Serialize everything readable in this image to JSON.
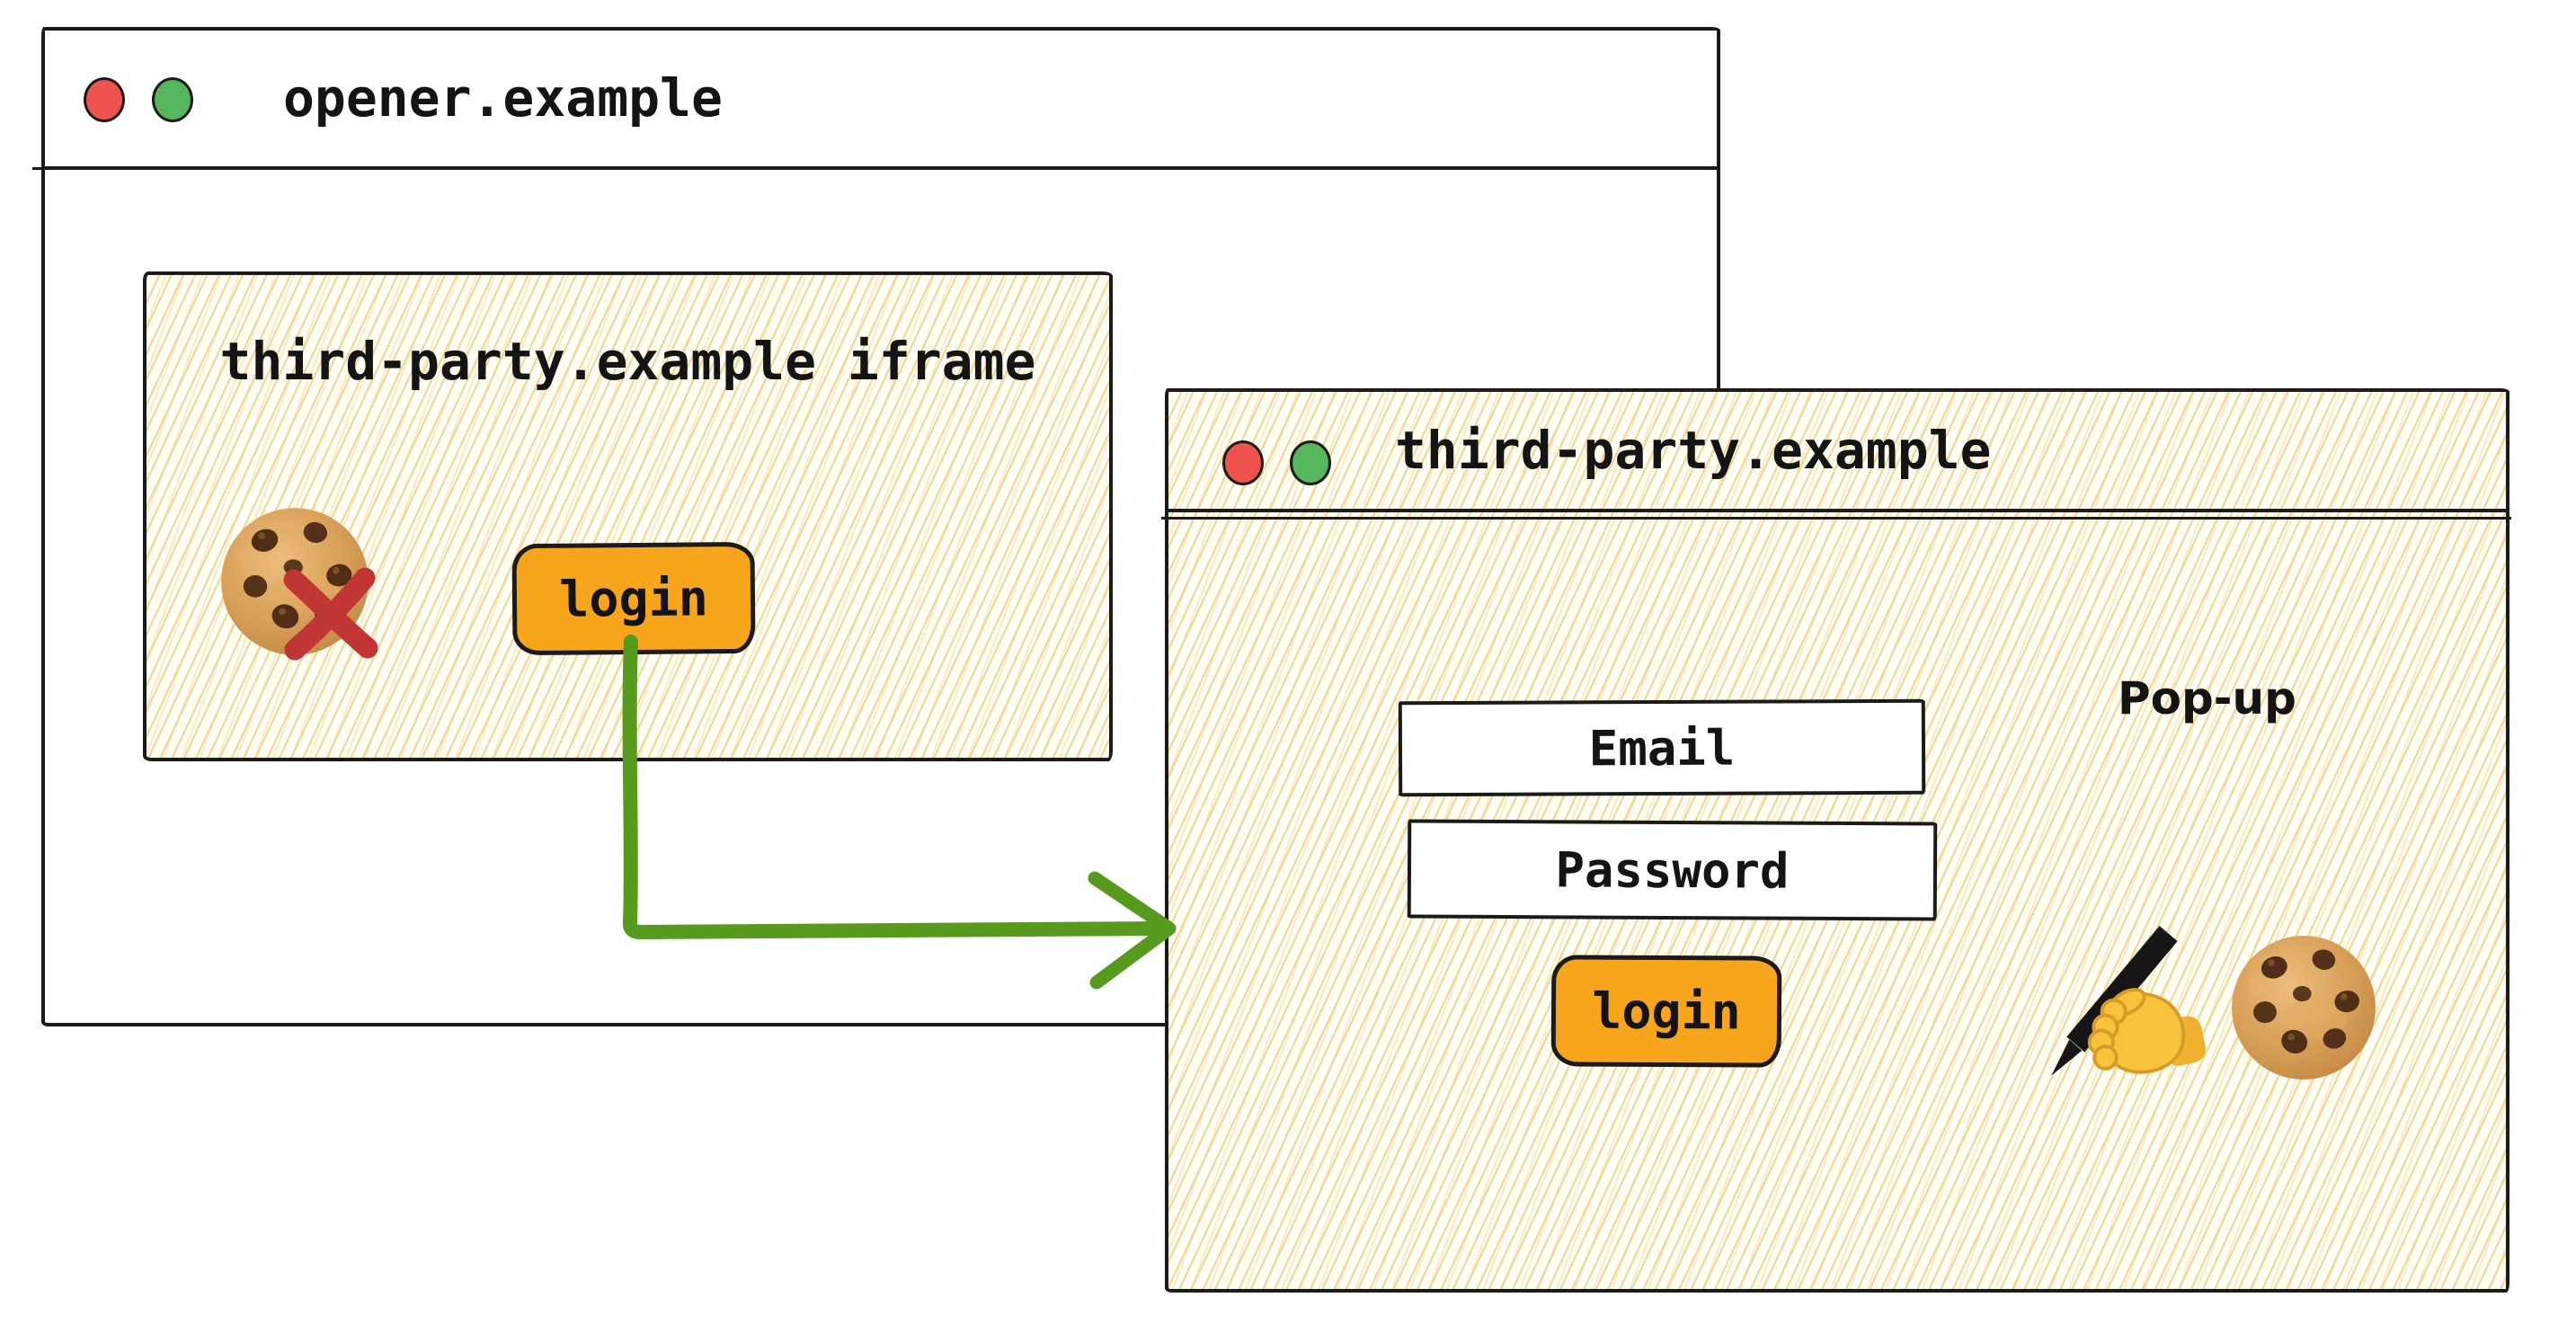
{
  "palette": {
    "ink": "#1b1b1b",
    "canvas_bg": "#ffffff",
    "hatch_paper": "#fffdf4",
    "hatch_line": "#f2d28a",
    "button_orange": "#f6a51d",
    "arrow_green": "#579b1e",
    "cross_red": "#c23535",
    "traffic_light_red": "#f0524e",
    "traffic_light_green": "#55b65b"
  },
  "opener_window": {
    "title": "opener.example",
    "traffic_lights": [
      "red",
      "green"
    ],
    "iframe": {
      "label": "third-party.example iframe",
      "blocked_cookie_icon": "cookie-with-red-cross",
      "login_button_label": "login"
    }
  },
  "popup_window": {
    "title": "third-party.example",
    "traffic_lights": [
      "red",
      "green"
    ],
    "annotation": "Pop-up",
    "form": {
      "email_placeholder": "Email",
      "password_placeholder": "Password",
      "login_button_label": "login"
    },
    "icons": [
      "writing-hand",
      "cookie"
    ]
  },
  "flow_arrow": {
    "color": "#579b1e",
    "from": "iframe-login-button",
    "to": "popup-window"
  }
}
